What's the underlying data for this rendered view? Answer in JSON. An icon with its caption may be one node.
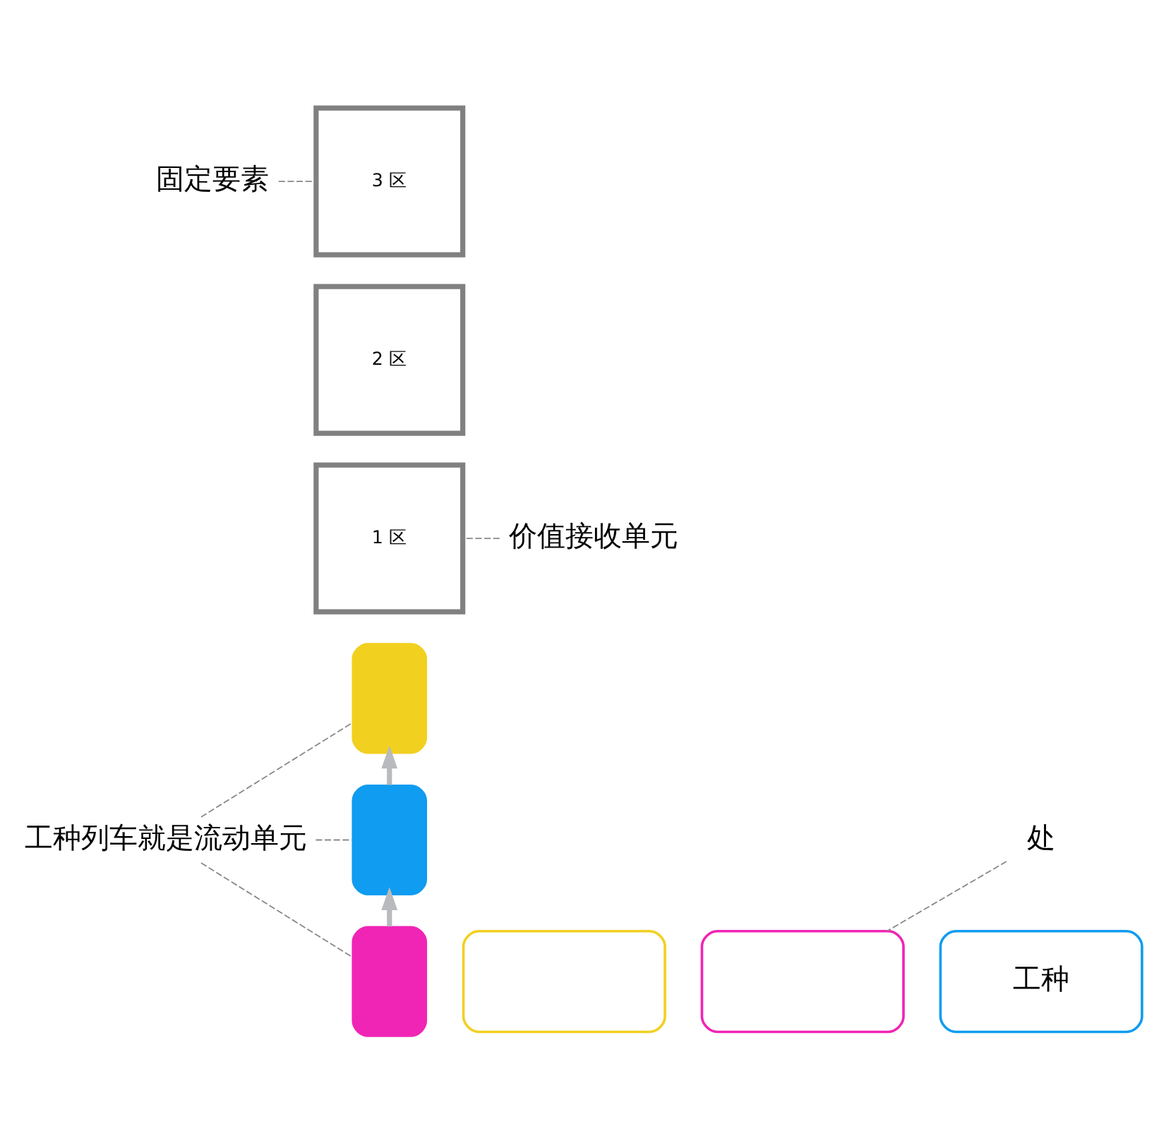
{
  "diagram": {
    "nodes": [
      {
        "text": [
          "固定要素"
        ]
      },
      {
        "text": [
          "3 区"
        ]
      },
      {
        "text": [
          "2 区"
        ]
      },
      {
        "text": [
          "1 区"
        ]
      },
      {
        "text": [
          "价值接收单元"
        ]
      },
      {
        "text": [
          "工种列车就是流动单元"
        ]
      },
      {
        "text": [],
        "shape": "box"
      },
      {
        "text": [],
        "shape": "box"
      },
      {
        "text": [],
        "shape": "box"
      },
      {
        "text": [],
        "shape": "box"
      },
      {
        "text": [],
        "shape": "box"
      },
      {
        "text": [
          "工种"
        ]
      },
      {
        "text": [
          "处"
        ]
      }
    ],
    "edges": [
      {
        "from": 0,
        "to": 1,
        "arrow": "none",
        "style": "dashed"
      },
      {
        "from": 4,
        "to": 3,
        "arrow": "none",
        "style": "dashed"
      },
      {
        "from": 5,
        "to": 6,
        "arrow": "none",
        "style": "dashed"
      },
      {
        "from": 5,
        "to": 7,
        "arrow": "none",
        "style": "dashed"
      },
      {
        "from": 5,
        "to": 8,
        "arrow": "none",
        "style": "dashed"
      },
      {
        "from": 8,
        "to": 7,
        "arrow": "to",
        "style": "thick",
        "color": "#b8babd"
      },
      {
        "from": 7,
        "to": 6,
        "arrow": "to",
        "style": "thick",
        "color": "#b8babd"
      },
      {
        "from": 12,
        "to": 10,
        "arrow": "none",
        "style": "dashed"
      }
    ]
  }
}
